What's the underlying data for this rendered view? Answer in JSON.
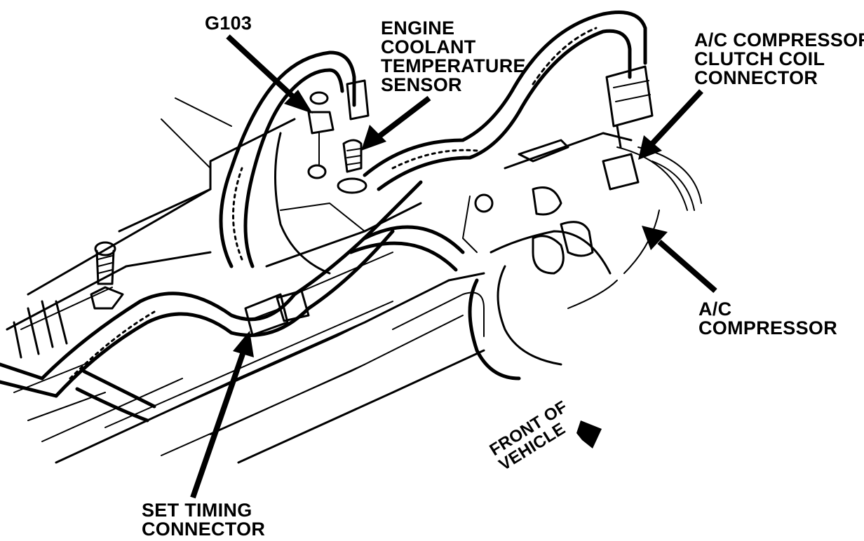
{
  "labels": {
    "g103": "G103",
    "ect_sensor": [
      "ENGINE",
      "COOLANT",
      "TEMPERATURE",
      "SENSOR"
    ],
    "ac_clutch_connector": [
      "A/C COMPRESSOR",
      "CLUTCH COIL",
      "CONNECTOR"
    ],
    "ac_compressor": [
      "A/C",
      "COMPRESSOR"
    ],
    "set_timing_connector": [
      "SET TIMING",
      "CONNECTOR"
    ],
    "front_of_vehicle": [
      "FRONT OF",
      "VEHICLE"
    ]
  },
  "style": {
    "ink": "#000000",
    "paper": "#ffffff"
  }
}
